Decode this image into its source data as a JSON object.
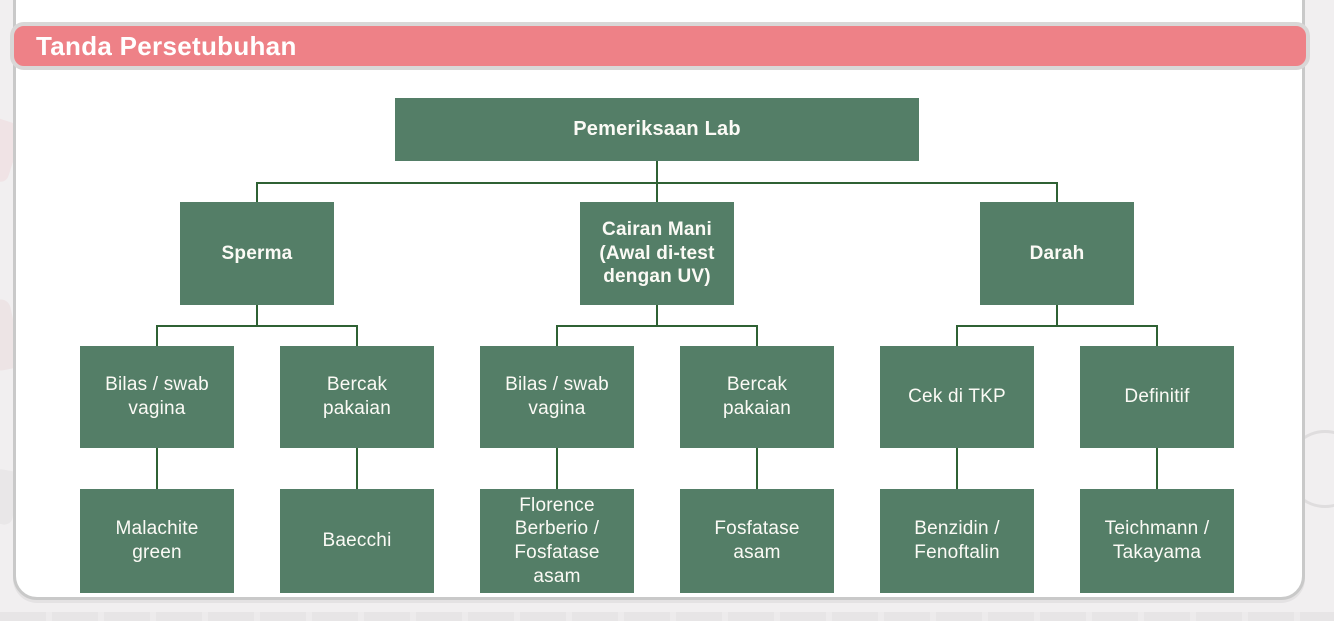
{
  "header": {
    "title": "Tanda Persetubuhan"
  },
  "colors": {
    "header_pink": "#ee8187",
    "box_green": "#547e67",
    "line_green": "#2f6134",
    "card_bg": "#ffffff",
    "page_bg": "#f1eff0"
  },
  "chart": {
    "root": {
      "label": "Pemeriksaan Lab"
    },
    "branches": [
      {
        "label": "Sperma",
        "children": [
          {
            "label": "Bilas / swab\nvagina",
            "result": "Malachite\ngreen"
          },
          {
            "label": "Bercak\npakaian",
            "result": "Baecchi"
          }
        ]
      },
      {
        "label": "Cairan Mani\n(Awal di-test\ndengan UV)",
        "children": [
          {
            "label": "Bilas / swab\nvagina",
            "result": "Florence\nBerberio /\nFosfatase\nasam"
          },
          {
            "label": "Bercak\npakaian",
            "result": "Fosfatase\nasam"
          }
        ]
      },
      {
        "label": "Darah",
        "children": [
          {
            "label": "Cek di TKP",
            "result": "Benzidin /\nFenoftalin"
          },
          {
            "label": "Definitif",
            "result": "Teichmann /\nTakayama"
          }
        ]
      }
    ]
  }
}
